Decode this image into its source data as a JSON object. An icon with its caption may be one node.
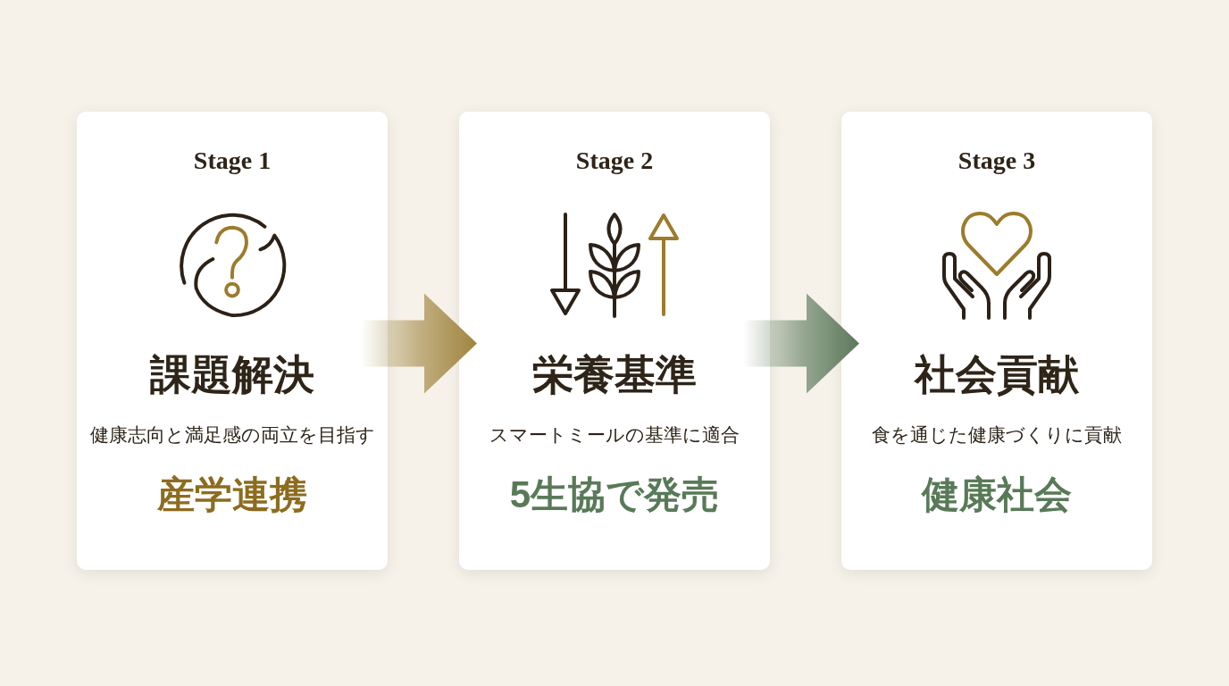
{
  "diagram": {
    "nodes": [
      {
        "text": [
          "Stage 1",
          "課題解決",
          "健康志向と満足感の両立を目指す",
          "産学連携"
        ]
      },
      {
        "text": [
          "Stage 2",
          "栄養基準",
          "スマートミールの基準に適合",
          "5生協で発売"
        ]
      },
      {
        "text": [
          "Stage 3",
          "社会貢献",
          "食を通じた健康づくりに貢献",
          "健康社会"
        ]
      }
    ],
    "edges": [
      {
        "from": 0,
        "to": 1,
        "arrow": "to",
        "color": "#a0843e"
      },
      {
        "from": 1,
        "to": 2,
        "arrow": "to",
        "color": "#5a785a"
      }
    ]
  }
}
